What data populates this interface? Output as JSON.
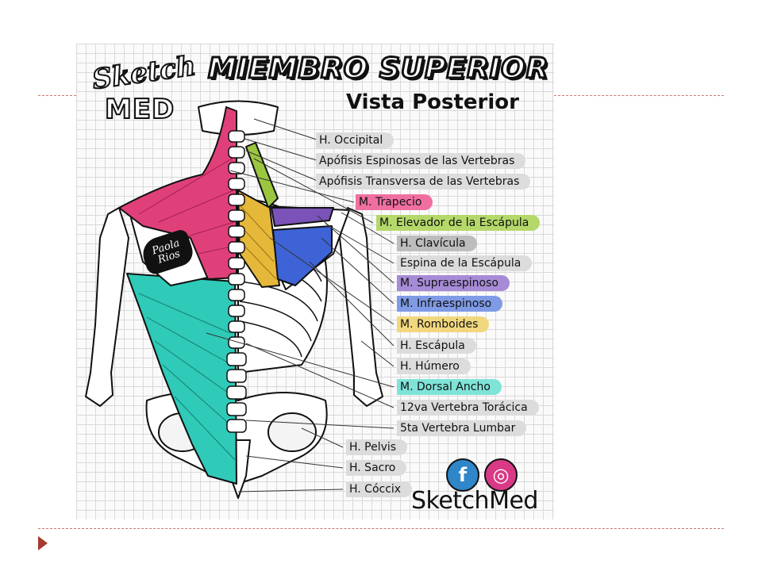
{
  "title": "MIEMBRO SUPERIOR",
  "subtitle": "Vista Posterior",
  "logo": {
    "line1": "Sketch",
    "line2": "MED"
  },
  "signature": "Paola Rios",
  "brand": "SketchMed",
  "social": [
    {
      "name": "facebook",
      "glyph": "f",
      "color": "#2f86c9"
    },
    {
      "name": "instagram",
      "glyph": "◎",
      "color": "#d93a86"
    }
  ],
  "colors": {
    "trapecio": "#e0407a",
    "elevador": "#9bc640",
    "supraespinoso": "#7a52b8",
    "infraespinoso": "#3d63d6",
    "romboides": "#e6b83a",
    "dorsal": "#2fcab8"
  },
  "labels": [
    {
      "text": "H. Occipital",
      "tag": "#dcdcdc"
    },
    {
      "text": "Apófisis Espinosas de las Vertebras",
      "tag": "#dcdcdc"
    },
    {
      "text": "Apófisis Transversa de las Vertebras",
      "tag": "#dcdcdc"
    },
    {
      "text": "M. Trapecio",
      "tag": "#ef6fa0"
    },
    {
      "text": "M. Elevador de la Escápula",
      "tag": "#b4d86a"
    },
    {
      "text": "H. Clavícula",
      "tag": "#bdbdbd"
    },
    {
      "text": "Espina de la Escápula",
      "tag": "#dcdcdc"
    },
    {
      "text": "M. Supraespinoso",
      "tag": "#a78bd6"
    },
    {
      "text": "M. Infraespinoso",
      "tag": "#7f9be6"
    },
    {
      "text": "M. Romboides",
      "tag": "#f1d77d"
    },
    {
      "text": "H. Escápula",
      "tag": "#dcdcdc"
    },
    {
      "text": "H. Húmero",
      "tag": "#dcdcdc"
    },
    {
      "text": "M. Dorsal Ancho",
      "tag": "#7fe3d8"
    },
    {
      "text": "12va Vertebra Torácica",
      "tag": "#dcdcdc"
    },
    {
      "text": "5ta Vertebra Lumbar",
      "tag": "#dcdcdc"
    },
    {
      "text": "H. Pelvis",
      "tag": "#dcdcdc"
    },
    {
      "text": "H. Sacro",
      "tag": "#dcdcdc"
    },
    {
      "text": "H. Cóccix",
      "tag": "#dcdcdc"
    }
  ]
}
